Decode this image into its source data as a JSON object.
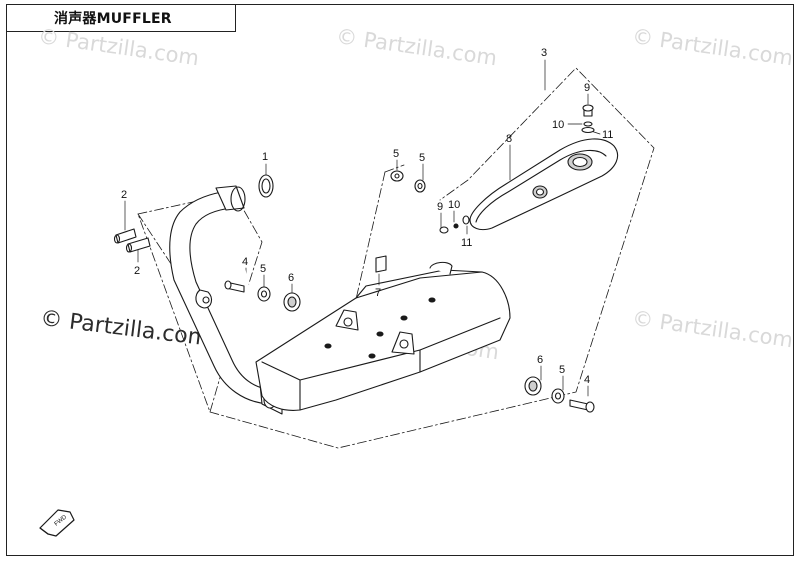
{
  "title": "消声器MUFFLER",
  "watermark": {
    "text": "© Partzilla.com",
    "faint_color": "#d9d9d9",
    "main_color": "#2c2c2c"
  },
  "callouts": {
    "c1": "1",
    "c2a": "2",
    "c2b": "2",
    "c3": "3",
    "c4a": "4",
    "c4b": "4",
    "c5a": "5",
    "c5b": "5",
    "c5c": "5",
    "c5d": "5",
    "c6a": "6",
    "c6b": "6",
    "c7": "7",
    "c8": "8",
    "c9a": "9",
    "c9b": "9",
    "c10a": "10",
    "c10b": "10",
    "c11a": "11",
    "c11b": "11"
  },
  "fwd_label": "FWD",
  "colors": {
    "line": "#1a1a1a",
    "fill": "#ffffff",
    "shade": "#cfcfcf"
  }
}
